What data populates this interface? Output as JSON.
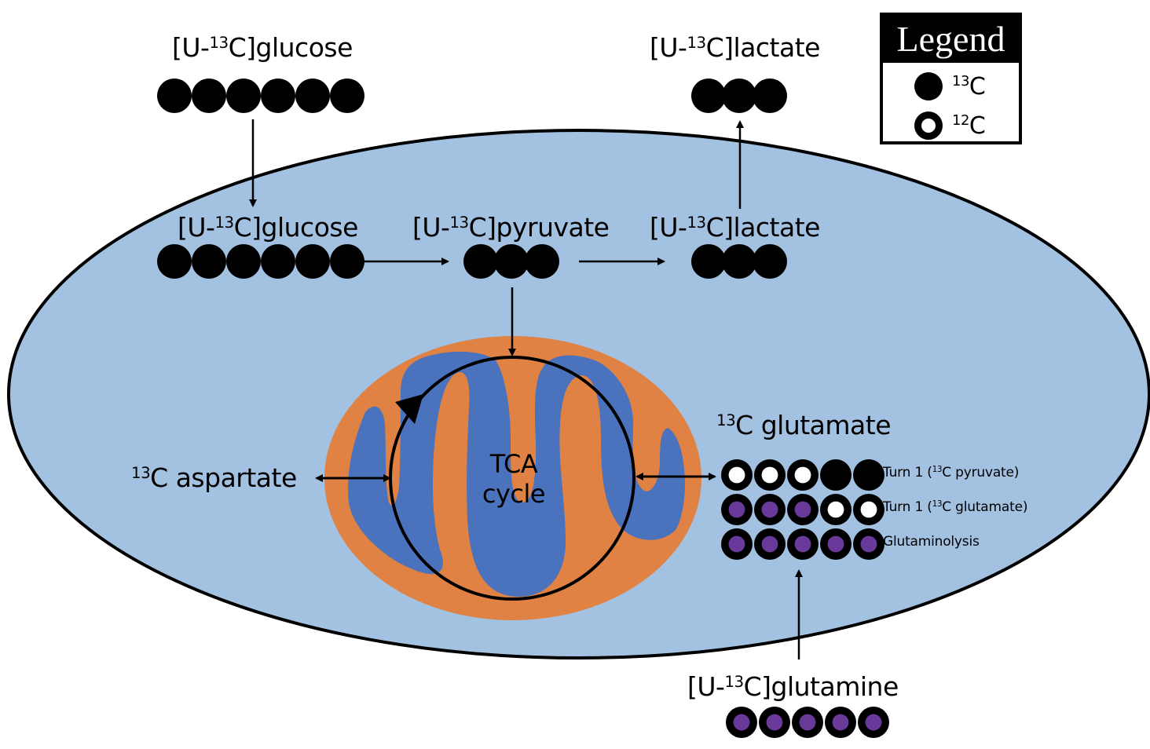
{
  "colors": {
    "cell_fill": "#a3c1e1",
    "mito_outer": "#e08244",
    "mito_cristae": "#4b72bc",
    "carbon_13": "#000000",
    "carbon_12": "#ffffff",
    "glutamine_label": "#6a3a9a"
  },
  "legend": {
    "title": "Legend",
    "items": [
      {
        "iso": "13",
        "element": "C",
        "symbol": "filled-circle"
      },
      {
        "iso": "12",
        "element": "C",
        "symbol": "ring-circle"
      }
    ]
  },
  "extracellular": {
    "glucose": {
      "prefix": "[U-",
      "iso": "13",
      "suffix": "C]glucose",
      "carbons": [
        "13C",
        "13C",
        "13C",
        "13C",
        "13C",
        "13C"
      ]
    },
    "lactate": {
      "prefix": "[U-",
      "iso": "13",
      "suffix": "C]lactate",
      "carbons": [
        "13C",
        "13C",
        "13C"
      ]
    },
    "glutamine": {
      "prefix": "[U-",
      "iso": "13",
      "suffix": "C]glutamine",
      "carbons": [
        "glu",
        "glu",
        "glu",
        "glu",
        "glu"
      ]
    }
  },
  "intracellular": {
    "glucose": {
      "prefix": "[U-",
      "iso": "13",
      "suffix": "C]glucose",
      "carbons": [
        "13C",
        "13C",
        "13C",
        "13C",
        "13C",
        "13C"
      ]
    },
    "pyruvate": {
      "prefix": "[U-",
      "iso": "13",
      "suffix": "C]pyruvate",
      "carbons": [
        "13C",
        "13C",
        "13C"
      ]
    },
    "lactate": {
      "prefix": "[U-",
      "iso": "13",
      "suffix": "C]lactate",
      "carbons": [
        "13C",
        "13C",
        "13C"
      ]
    },
    "aspartate": {
      "iso": "13",
      "suffix": "C aspartate"
    },
    "tca": {
      "line1": "TCA",
      "line2": "cycle"
    },
    "glutamate": {
      "iso": "13",
      "suffix": "C glutamate",
      "rows": [
        {
          "label_prefix": "Turn 1 (",
          "label_iso": "13",
          "label_suffix": "C pyruvate)",
          "carbons": [
            "12C",
            "12C",
            "12C",
            "13C",
            "13C"
          ]
        },
        {
          "label_prefix": "Turn 1 (",
          "label_iso": "13",
          "label_suffix": "C glutamate)",
          "carbons": [
            "glu",
            "glu",
            "glu",
            "12C",
            "12C"
          ]
        },
        {
          "label_prefix": "Glutaminolysis",
          "label_iso": "",
          "label_suffix": "",
          "carbons": [
            "glu",
            "glu",
            "glu",
            "glu",
            "glu"
          ]
        }
      ]
    }
  }
}
